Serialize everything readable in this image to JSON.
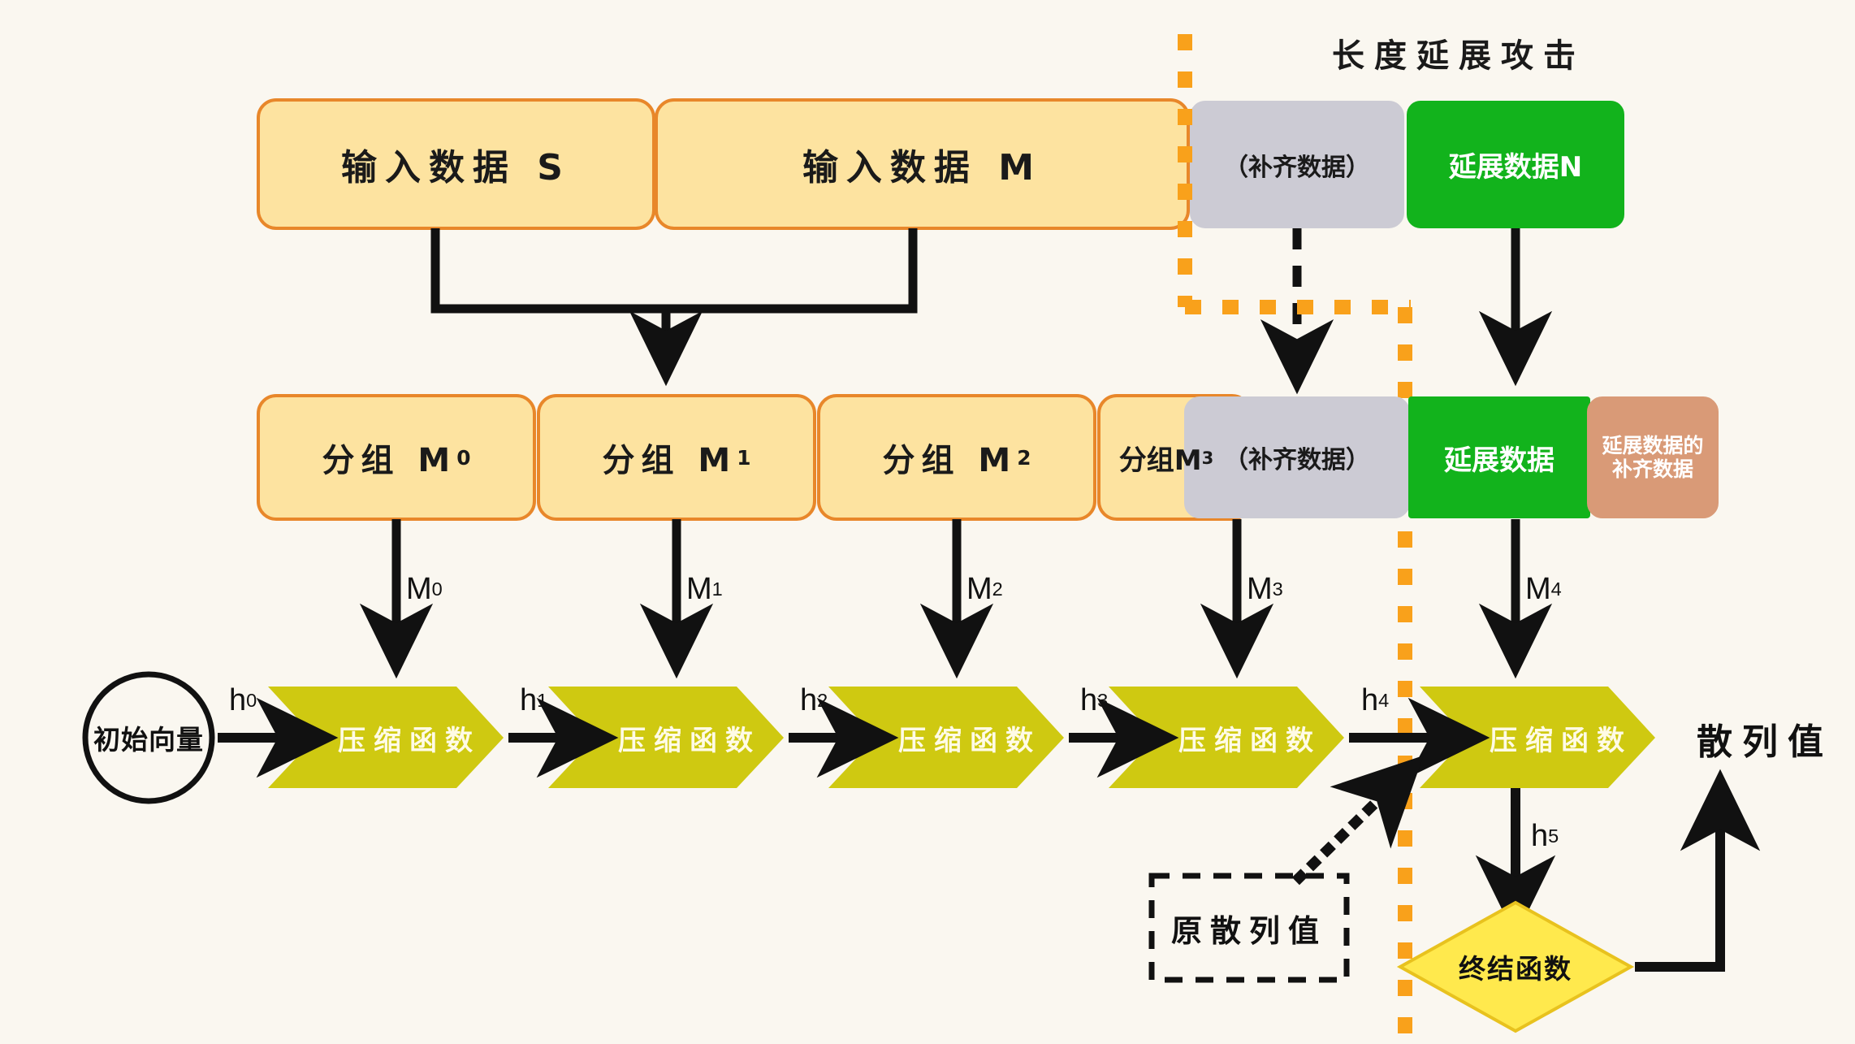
{
  "diagram": {
    "title": "长度延展攻击",
    "background_color": "#faf7f0",
    "colors": {
      "yellow_fill": "#fde3a0",
      "yellow_stroke": "#e8872a",
      "gray_fill": "#cccbd4",
      "green_fill": "#12b31c",
      "brown_fill": "#d99a77",
      "olive_fill": "#cfc911",
      "diamond_fill": "#ffe94d",
      "diamond_stroke": "#e8c21e",
      "orange_dotted": "#f9a11b",
      "arrow_black": "#111111"
    }
  },
  "row_input": {
    "blocks": [
      {
        "label": "输入数据 S",
        "kind": "yellow"
      },
      {
        "label": "输入数据 M",
        "kind": "yellow"
      },
      {
        "label": "（补齐数据）",
        "kind": "gray"
      },
      {
        "label": "延展数据N",
        "kind": "green"
      }
    ]
  },
  "row_blocks": {
    "blocks": [
      {
        "label": "分组 M",
        "sub": "0",
        "kind": "yellow"
      },
      {
        "label": "分组 M",
        "sub": "1",
        "kind": "yellow"
      },
      {
        "label": "分组 M",
        "sub": "2",
        "kind": "yellow"
      },
      {
        "label": "分组M",
        "sub": "3",
        "kind": "yellow"
      },
      {
        "label": "（补齐数据）",
        "sub": "",
        "kind": "gray"
      },
      {
        "label": "延展数据",
        "sub": "",
        "kind": "green"
      },
      {
        "label": "延展数据的补齐数据",
        "sub": "",
        "kind": "brown"
      }
    ]
  },
  "message_arrows": [
    {
      "label": "M",
      "sub": "0"
    },
    {
      "label": "M",
      "sub": "1"
    },
    {
      "label": "M",
      "sub": "2"
    },
    {
      "label": "M",
      "sub": "3"
    },
    {
      "label": "M",
      "sub": "4"
    }
  ],
  "chain": {
    "iv_label": "初始向量",
    "compression_label": "压缩函数",
    "compression_count": 5,
    "state_labels": [
      {
        "label": "h",
        "sub": "0"
      },
      {
        "label": "h",
        "sub": "1"
      },
      {
        "label": "h",
        "sub": "2"
      },
      {
        "label": "h",
        "sub": "3"
      },
      {
        "label": "h",
        "sub": "4"
      },
      {
        "label": "h",
        "sub": "5"
      }
    ],
    "final_function_label": "终结函数",
    "hash_output_label": "散列值",
    "original_hash_label": "原散列值"
  }
}
